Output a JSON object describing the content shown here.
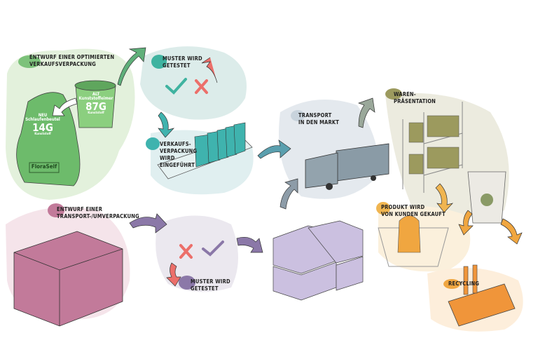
{
  "steps": {
    "design_sales": {
      "lines": [
        "Entwurf einer optimierten",
        "Verkaufsverpackung"
      ]
    },
    "test_sales": {
      "lines": [
        "Muster wird",
        "getestet"
      ]
    },
    "introduced": {
      "lines": [
        "Verkaufs-",
        "verpackung",
        "wird",
        "eingeführt"
      ]
    },
    "transport": {
      "lines": [
        "Transport",
        "in den Markt"
      ]
    },
    "presentation": {
      "lines": [
        "Waren-",
        "präsentation"
      ]
    },
    "bought": {
      "lines": [
        "Produkt wird",
        "von Kunden gekauft"
      ]
    },
    "recycling": {
      "lines": [
        "Recycling"
      ]
    },
    "design_transport": {
      "lines": [
        "Entwurf einer",
        "Transport-/Umverpackung"
      ]
    },
    "test_transport": {
      "lines": [
        "Muster wird",
        "getestet"
      ]
    }
  },
  "bucket": {
    "tag": "ALT",
    "name": "Kunststoffeimer",
    "weight": "87G",
    "material": "Kunststoff"
  },
  "bag": {
    "tag": "NEU",
    "name": "Schlaufenbeutel",
    "weight": "14G",
    "material": "Kunststoff",
    "brand": "FloraSelf"
  },
  "colors": {
    "green": "#7cc27a",
    "teal": "#3fb3ae",
    "slate": "#8a9ba6",
    "olive": "#9c9a5e",
    "orange": "#f0a640",
    "pink": "#c27a9a",
    "purple": "#8b78a8",
    "red": "#ec6f6a"
  }
}
